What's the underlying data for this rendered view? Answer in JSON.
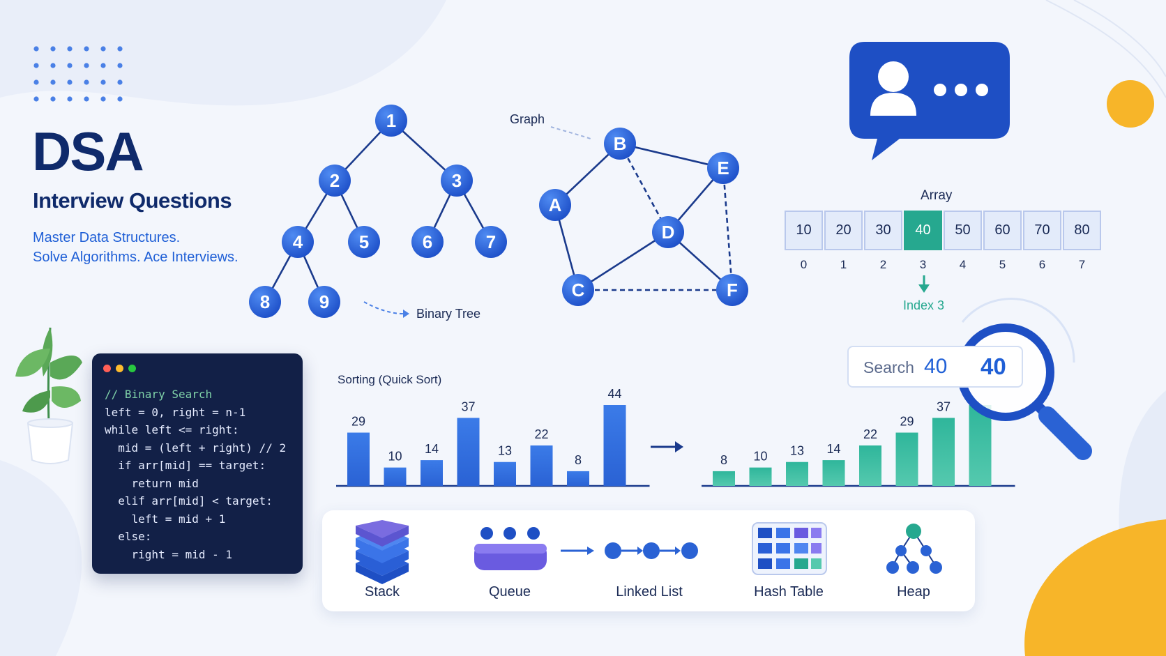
{
  "header": {
    "title": "DSA",
    "subtitle": "Interview Questions",
    "tagline_1": "Master Data Structures.",
    "tagline_2": "Solve Algorithms. Ace Interviews."
  },
  "binary_tree": {
    "label": "Binary Tree",
    "nodes": [
      "1",
      "2",
      "3",
      "4",
      "5",
      "6",
      "7",
      "8",
      "9"
    ]
  },
  "graph": {
    "label": "Graph",
    "nodes": [
      "A",
      "B",
      "C",
      "D",
      "E",
      "F"
    ]
  },
  "array": {
    "label": "Array",
    "values": [
      "10",
      "20",
      "30",
      "40",
      "50",
      "60",
      "70",
      "80"
    ],
    "indices": [
      "0",
      "1",
      "2",
      "3",
      "4",
      "5",
      "6",
      "7"
    ],
    "highlight_index": 3,
    "index_label": "Index 3"
  },
  "search": {
    "label": "Search",
    "value": "40",
    "lens_value": "40"
  },
  "code": {
    "lines": [
      "// Binary Search",
      "left = 0, right = n-1",
      "while left <= right:",
      "  mid = (left + right) // 2",
      "  if arr[mid] == target:",
      "    return mid",
      "  elif arr[mid] < target:",
      "    left = mid + 1",
      "  else:",
      "    right = mid - 1"
    ]
  },
  "sorting": {
    "label": "Sorting (Quick Sort)",
    "unsorted": [
      29,
      10,
      14,
      37,
      13,
      22,
      8,
      44
    ],
    "sorted": [
      8,
      10,
      13,
      14,
      22,
      29,
      37,
      44
    ],
    "show_last_sorted_label": false
  },
  "structures": {
    "stack": "Stack",
    "queue": "Queue",
    "linked_list": "Linked List",
    "hash_table": "Hash Table",
    "heap": "Heap"
  },
  "colors": {
    "navy": "#0f2a6b",
    "blue": "#2563d9",
    "teal": "#26a88f",
    "yellow": "#f7b529",
    "code_bg": "#122047"
  }
}
